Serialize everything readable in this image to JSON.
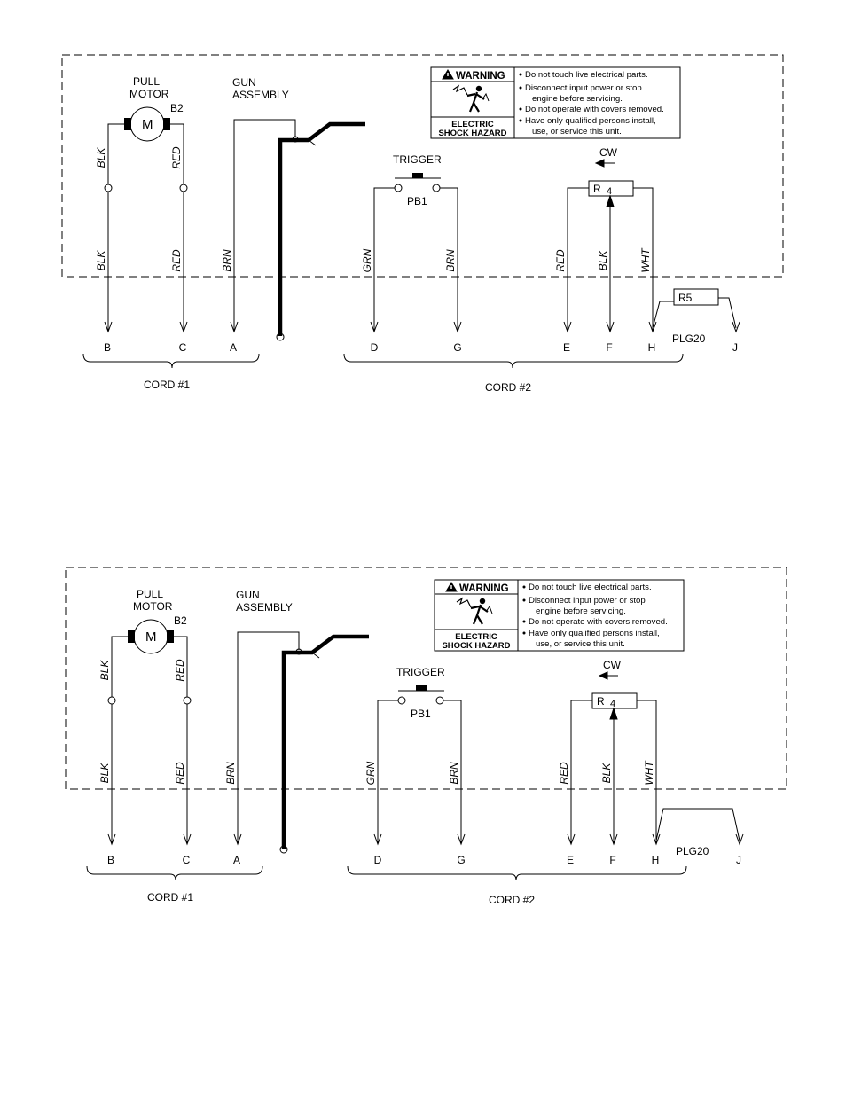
{
  "labels": {
    "pull_motor_1": "PULL",
    "pull_motor_2": "MOTOR",
    "motor_symbol": "M",
    "motor_ref": "B2",
    "gun_1": "GUN",
    "gun_2": "ASSEMBLY",
    "trigger": "TRIGGER",
    "switch_ref": "PB1",
    "cw": "CW",
    "pot_r": "R",
    "pot_sub": "4",
    "r5": "R5",
    "plug": "PLG20",
    "cord1": "CORD  #1",
    "cord2": "CORD  #2"
  },
  "pins": {
    "b": "B",
    "c": "C",
    "a": "A",
    "d": "D",
    "g": "G",
    "e": "E",
    "f": "F",
    "h": "H",
    "j": "J"
  },
  "wires": {
    "blk": "BLK",
    "red": "RED",
    "brn": "BRN",
    "grn": "GRN",
    "wht": "WHT"
  },
  "warning": {
    "title": "WARNING",
    "hazard_1": "ELECTRIC",
    "hazard_2": "SHOCK HAZARD",
    "lines": [
      "Do not touch live electrical parts.",
      "Disconnect input power or stop",
      "engine before servicing.",
      "Do not operate with covers removed.",
      "Have only qualified persons install,",
      "use, or service this unit."
    ]
  },
  "colors": {
    "line": "#000000",
    "background": "#ffffff"
  }
}
